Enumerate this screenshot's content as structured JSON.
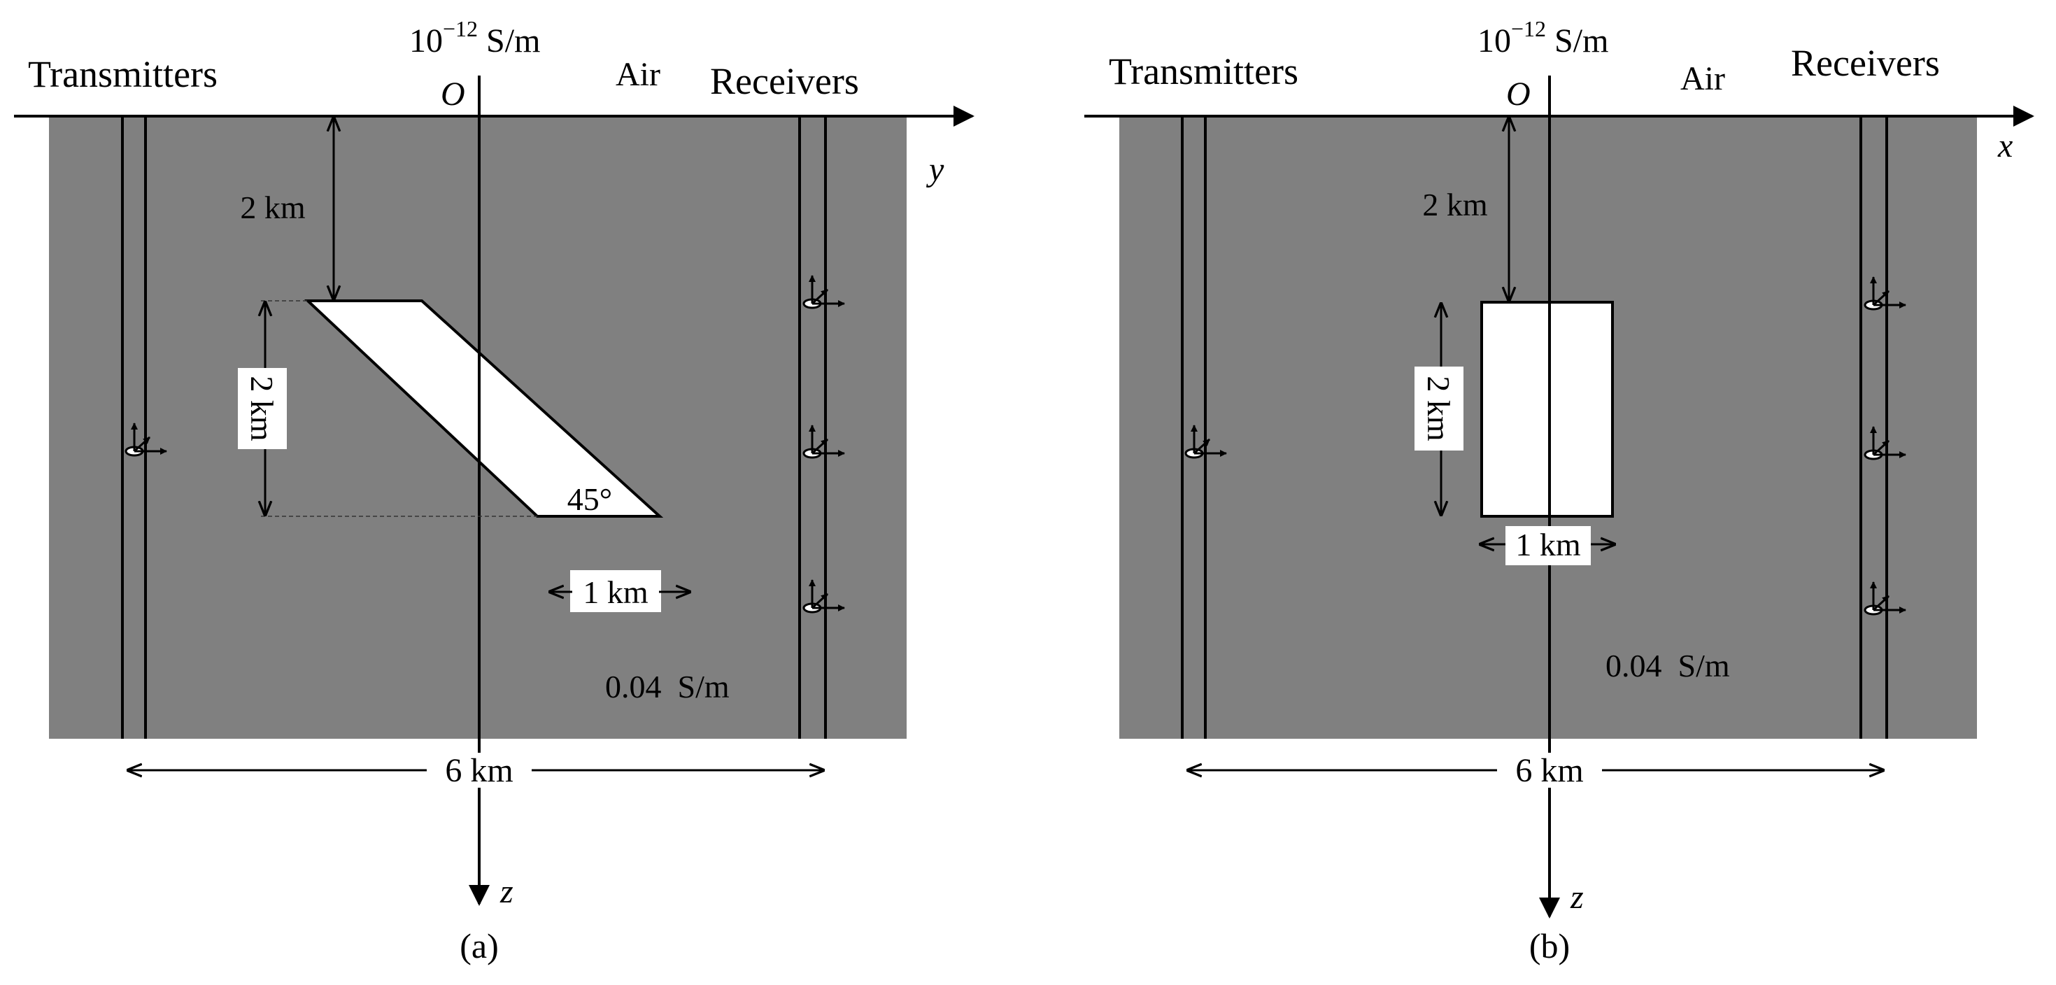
{
  "panels": [
    {
      "id": "a",
      "caption": "(a)",
      "air_conductivity": {
        "base": "10",
        "exponent": "−12",
        "unit": " S/m"
      },
      "origin_label": "O",
      "air_label": "Air",
      "transmitters_label": "Transmitters",
      "receivers_label": "Receivers",
      "horizontal_axis_label": "y",
      "vertical_axis_label": "z",
      "depth_label": "2 km",
      "height_label": "2 km",
      "width_label": "1 km",
      "angle_label": "45°",
      "spacing_label": "6 km",
      "ground_conductivity": "0.04  S/m",
      "anomaly_shape": "parallelogram",
      "ground_color": "#808080"
    },
    {
      "id": "b",
      "caption": "(b)",
      "air_conductivity": {
        "base": "10",
        "exponent": "−12",
        "unit": " S/m"
      },
      "origin_label": "O",
      "air_label": "Air",
      "transmitters_label": "Transmitters",
      "receivers_label": "Receivers",
      "horizontal_axis_label": "x",
      "vertical_axis_label": "z",
      "depth_label": "2 km",
      "height_label": "2 km",
      "width_label": "1 km",
      "spacing_label": "6 km",
      "ground_conductivity": "0.04  S/m",
      "anomaly_shape": "rectangle",
      "ground_color": "#808080"
    }
  ]
}
